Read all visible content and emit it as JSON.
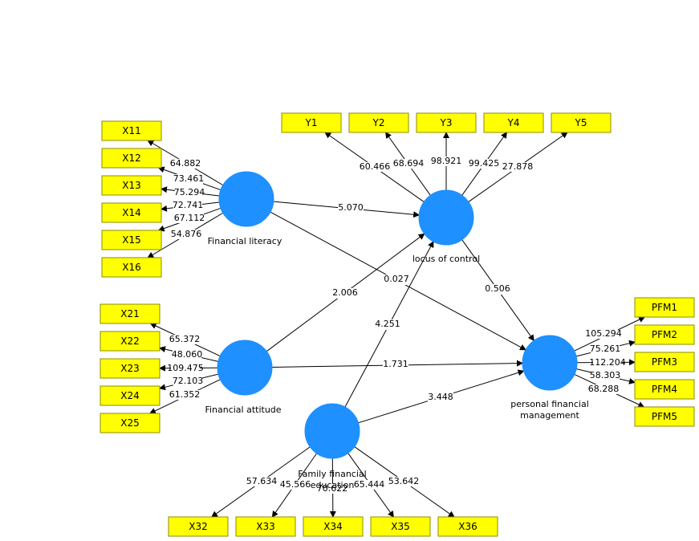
{
  "latent_variables": {
    "FL": {
      "label_lines": [
        "Financial literacy"
      ]
    },
    "FA": {
      "label_lines": [
        "Financial attitude"
      ]
    },
    "LC": {
      "label_lines": [
        "locus of control"
      ]
    },
    "PFM": {
      "label_lines": [
        "personal financial",
        "management"
      ]
    },
    "FFE": {
      "label_lines": [
        "Family financial",
        "education"
      ]
    }
  },
  "indicators": {
    "X11": "X11",
    "X12": "X12",
    "X13": "X13",
    "X14": "X14",
    "X15": "X15",
    "X16": "X16",
    "X21": "X21",
    "X22": "X22",
    "X23": "X23",
    "X24": "X24",
    "X25": "X25",
    "Y1": "Y1",
    "Y2": "Y2",
    "Y3": "Y3",
    "Y4": "Y4",
    "Y5": "Y5",
    "PFM1": "PFM1",
    "PFM2": "PFM2",
    "PFM3": "PFM3",
    "PFM4": "PFM4",
    "PFM5": "PFM5",
    "X32": "X32",
    "X33": "X33",
    "X34": "X34",
    "X35": "X35",
    "X36": "X36"
  },
  "paths": [
    {
      "from": "FL",
      "to": "LC",
      "value": "5.070"
    },
    {
      "from": "FL",
      "to": "PFM",
      "value": "0.027"
    },
    {
      "from": "FA",
      "to": "LC",
      "value": "2.006"
    },
    {
      "from": "FA",
      "to": "PFM",
      "value": "1.731"
    },
    {
      "from": "FFE",
      "to": "LC",
      "value": "4.251"
    },
    {
      "from": "FFE",
      "to": "PFM",
      "value": "3.448"
    },
    {
      "from": "LC",
      "to": "PFM",
      "value": "0.506"
    }
  ],
  "loadings": [
    {
      "lv": "FL",
      "ind": "X11",
      "value": "64.882"
    },
    {
      "lv": "FL",
      "ind": "X12",
      "value": "73.461"
    },
    {
      "lv": "FL",
      "ind": "X13",
      "value": "75.294"
    },
    {
      "lv": "FL",
      "ind": "X14",
      "value": "72.741"
    },
    {
      "lv": "FL",
      "ind": "X15",
      "value": "67.112"
    },
    {
      "lv": "FL",
      "ind": "X16",
      "value": "54.876"
    },
    {
      "lv": "FA",
      "ind": "X21",
      "value": "65.372"
    },
    {
      "lv": "FA",
      "ind": "X22",
      "value": "48.060"
    },
    {
      "lv": "FA",
      "ind": "X23",
      "value": "109.475"
    },
    {
      "lv": "FA",
      "ind": "X24",
      "value": "72.103"
    },
    {
      "lv": "FA",
      "ind": "X25",
      "value": "61.352"
    },
    {
      "lv": "LC",
      "ind": "Y1",
      "value": "60.466"
    },
    {
      "lv": "LC",
      "ind": "Y2",
      "value": "68.694"
    },
    {
      "lv": "LC",
      "ind": "Y3",
      "value": "98.921"
    },
    {
      "lv": "LC",
      "ind": "Y4",
      "value": "99.425"
    },
    {
      "lv": "LC",
      "ind": "Y5",
      "value": "27.878"
    },
    {
      "lv": "PFM",
      "ind": "PFM1",
      "value": "105.294"
    },
    {
      "lv": "PFM",
      "ind": "PFM2",
      "value": "75.261"
    },
    {
      "lv": "PFM",
      "ind": "PFM3",
      "value": "112.204"
    },
    {
      "lv": "PFM",
      "ind": "PFM4",
      "value": "58.303"
    },
    {
      "lv": "PFM",
      "ind": "PFM5",
      "value": "68.288"
    },
    {
      "lv": "FFE",
      "ind": "X32",
      "value": "57.634"
    },
    {
      "lv": "FFE",
      "ind": "X33",
      "value": "45.566"
    },
    {
      "lv": "FFE",
      "ind": "X34",
      "value": "70.622"
    },
    {
      "lv": "FFE",
      "ind": "X35",
      "value": "65.444"
    },
    {
      "lv": "FFE",
      "ind": "X36",
      "value": "53.642"
    }
  ],
  "colors": {
    "latent_fill": "#1e90ff",
    "indicator_fill": "#ffff00",
    "edge": "#000000"
  }
}
